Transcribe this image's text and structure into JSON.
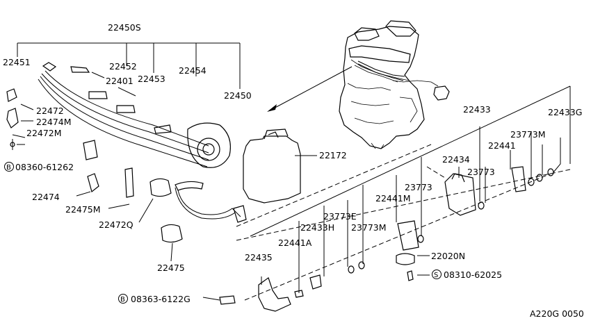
{
  "diagram_code": "A220G 0050",
  "labels": {
    "p22450S": "22450S",
    "p22451": "22451",
    "p22452": "22452",
    "p22401": "22401",
    "p22453": "22453",
    "p22454": "22454",
    "p22450": "22450",
    "p22472": "22472",
    "p22474M": "22474M",
    "p22472M": "22472M",
    "b08360": "08360-61262",
    "p22474": "22474",
    "p22475M": "22475M",
    "p22472Q": "22472Q",
    "p22475": "22475",
    "p22172": "22172",
    "p22433": "22433",
    "p22433G": "22433G",
    "p23773M_a": "23773M",
    "p22441": "22441",
    "p22434": "22434",
    "p23773_a": "23773",
    "p23773_b": "23773",
    "p22441M": "22441M",
    "p23773E": "23773E",
    "p22433H": "22433H",
    "p23773M_b": "23773M",
    "p22441A": "22441A",
    "p22020N": "22020N",
    "s08310": "08310-62025",
    "p22435": "22435",
    "b08363": "08363-6122G"
  },
  "circle_markers": {
    "b08360": "B",
    "s08310": "S",
    "b08363": "B"
  }
}
